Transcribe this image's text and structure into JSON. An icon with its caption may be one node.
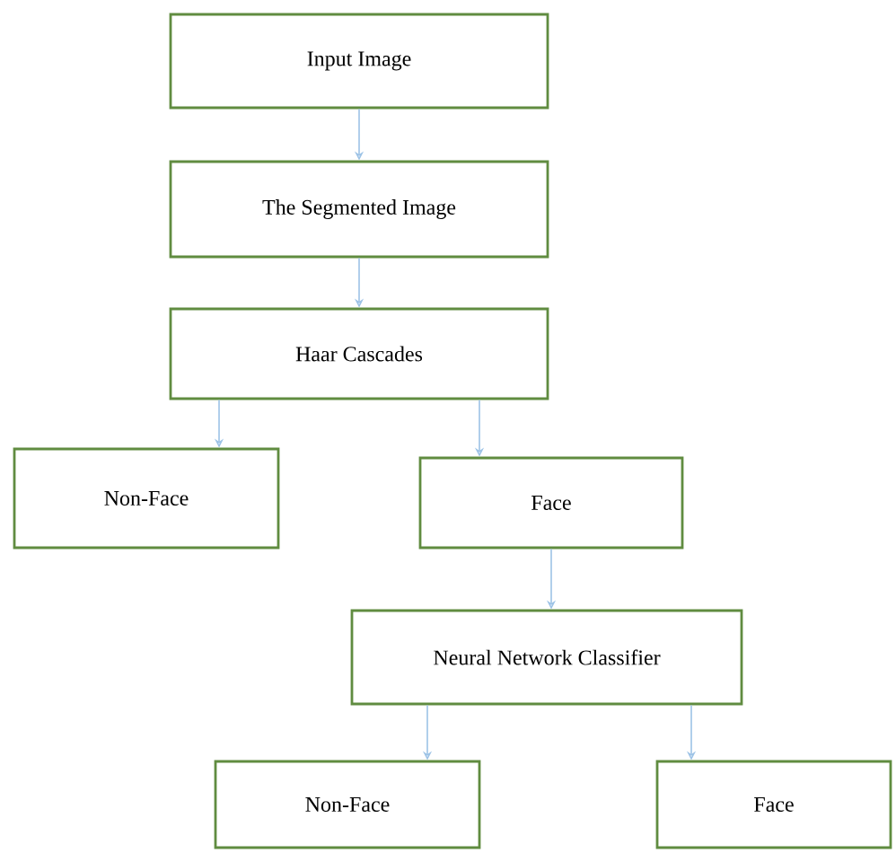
{
  "diagram": {
    "nodes": [
      {
        "text": [
          "Input Image"
        ]
      },
      {
        "text": [
          "The Segmented Image"
        ]
      },
      {
        "text": [
          "Haar Cascades"
        ]
      },
      {
        "text": [
          "Non-Face"
        ]
      },
      {
        "text": [
          "Face"
        ]
      },
      {
        "text": [
          "Neural Network Classifier"
        ]
      },
      {
        "text": [
          "Non-Face"
        ]
      },
      {
        "text": [
          "Face"
        ]
      }
    ],
    "edges": [
      {
        "from": 0,
        "to": 1,
        "arrow": "to"
      },
      {
        "from": 1,
        "to": 2,
        "arrow": "to"
      },
      {
        "from": 2,
        "to": 3,
        "arrow": "to"
      },
      {
        "from": 2,
        "to": 4,
        "arrow": "to"
      },
      {
        "from": 4,
        "to": 5,
        "arrow": "to"
      },
      {
        "from": 5,
        "to": 6,
        "arrow": "to"
      },
      {
        "from": 5,
        "to": 7,
        "arrow": "to"
      }
    ]
  }
}
